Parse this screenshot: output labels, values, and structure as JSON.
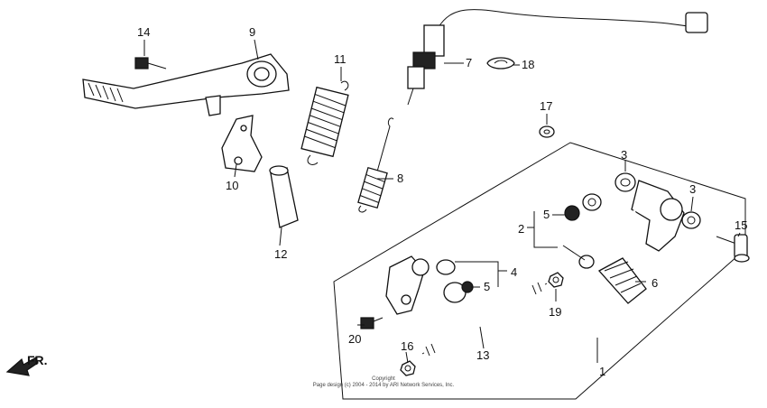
{
  "callouts": [
    {
      "n": "1"
    },
    {
      "n": "2"
    },
    {
      "n": "3"
    },
    {
      "n": "3"
    },
    {
      "n": "4"
    },
    {
      "n": "5"
    },
    {
      "n": "5"
    },
    {
      "n": "6"
    },
    {
      "n": "7"
    },
    {
      "n": "8"
    },
    {
      "n": "9"
    },
    {
      "n": "10"
    },
    {
      "n": "11"
    },
    {
      "n": "12"
    },
    {
      "n": "13"
    },
    {
      "n": "14"
    },
    {
      "n": "15"
    },
    {
      "n": "16"
    },
    {
      "n": "17"
    },
    {
      "n": "18"
    },
    {
      "n": "19"
    },
    {
      "n": "20"
    }
  ],
  "direction_label": "FR.",
  "copyright": {
    "line1": "Copyright",
    "line2": "Page design (c) 2004 - 2014 by ARI Network Services, Inc."
  }
}
